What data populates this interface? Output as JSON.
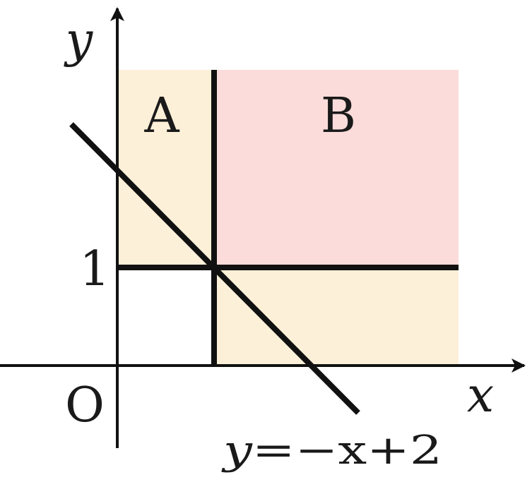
{
  "labels": {
    "axis_x": "x",
    "axis_y": "y",
    "origin": "O",
    "tick_y_1": "1",
    "region_a": "A",
    "region_b": "B",
    "line_lhs": "y",
    "line_eq": "=",
    "line_rhs": "−x+2"
  },
  "colors": {
    "region_a_fill": "#fdf0d8",
    "region_b_fill": "#fcdcdb",
    "stroke": "#111111"
  }
}
